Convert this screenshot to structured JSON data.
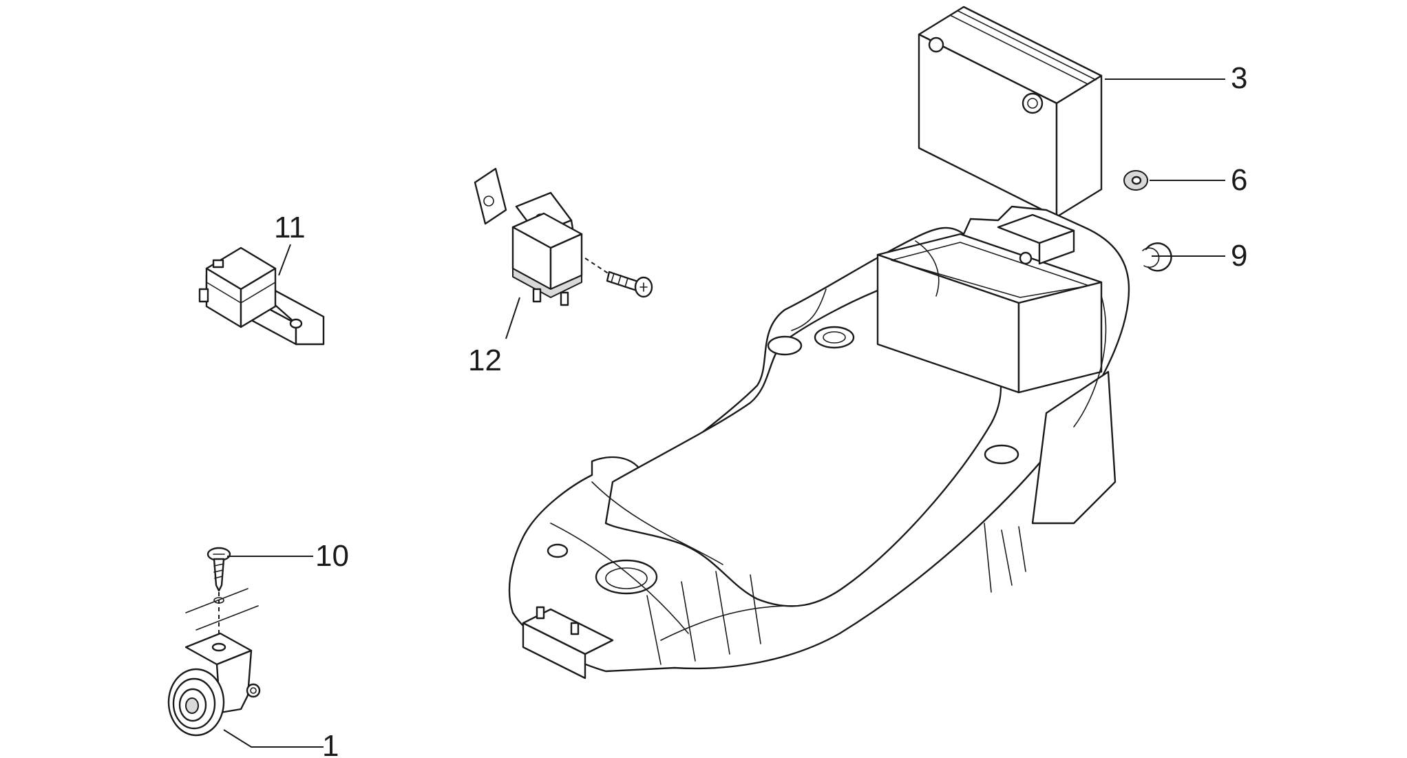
{
  "callouts": {
    "c1": "1",
    "c3": "3",
    "c6": "6",
    "c9": "9",
    "c10": "10",
    "c11": "11",
    "c12": "12"
  },
  "colors": {
    "line": "#1a1a1a",
    "background": "#ffffff",
    "shade": "#d9d9d9"
  }
}
